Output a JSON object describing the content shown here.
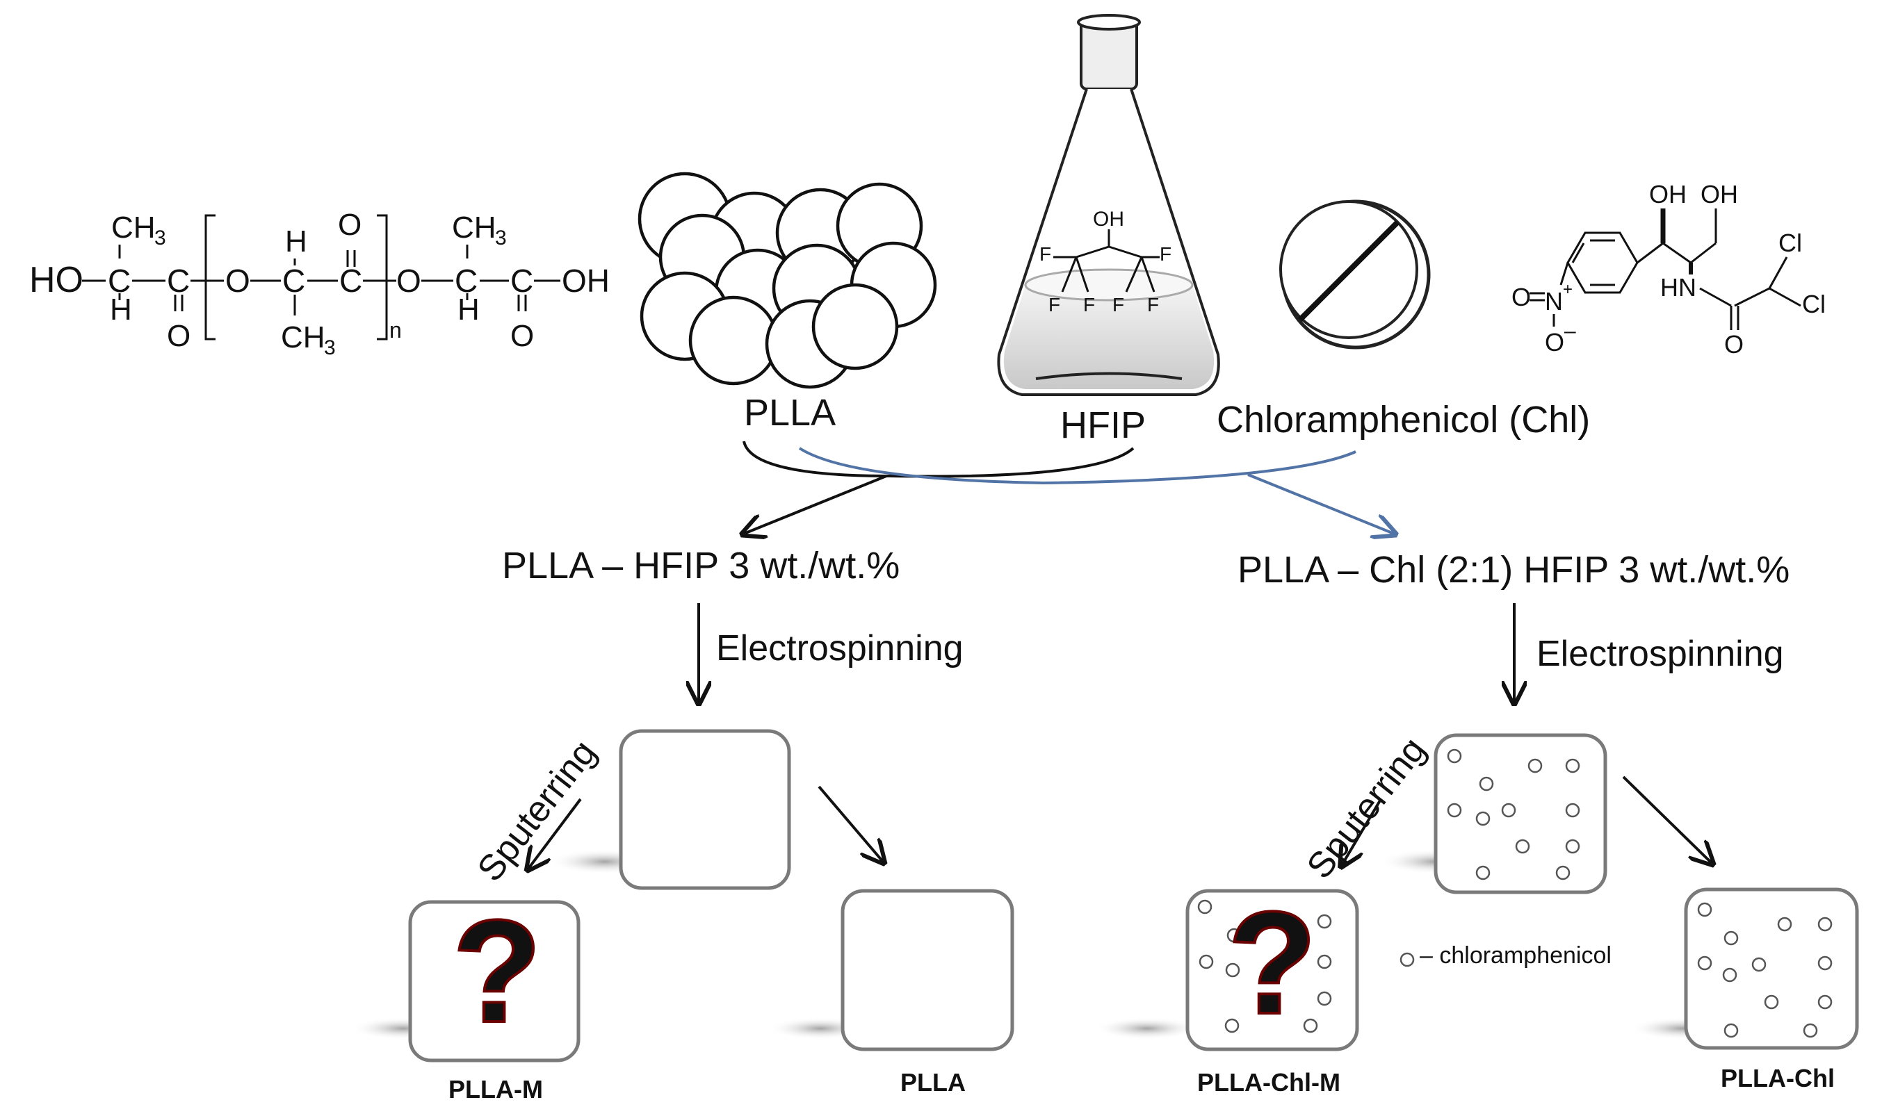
{
  "materials": {
    "plla": "PLLA",
    "hfip": "HFIP",
    "chl": "Chloramphenicol (Chl)"
  },
  "plla_formula": {
    "ho": "HO",
    "oh": "OH",
    "c": "C",
    "h": "H",
    "o": "O",
    "ch3": "CH",
    "sub3": "3",
    "n": "n"
  },
  "hfip_formula": {
    "oh": "OH",
    "f": "F"
  },
  "chl_formula": {
    "oh": "OH",
    "cl": "Cl",
    "hn": "HN",
    "o": "O",
    "n": "N",
    "plus": "+",
    "minus": "–"
  },
  "solutions": {
    "left": "PLLA – HFIP 3 wt./wt.%",
    "right": "PLLA – Chl (2:1)  HFIP 3 wt./wt.%"
  },
  "process": {
    "electrospinning": "Electrospinning",
    "sputtering": "Sputerring"
  },
  "samples": {
    "plla_m": "PLLA-M",
    "plla": "PLLA",
    "plla_chl_m": "PLLA-Chl-M",
    "plla_chl": "PLLA-Chl"
  },
  "legend": {
    "chl": "– chloramphenicol"
  },
  "question_mark": "?",
  "colors": {
    "question": "#e01010",
    "box_border": "#7a7a7a",
    "blue_line": "#5173a6",
    "text": "#111111"
  }
}
